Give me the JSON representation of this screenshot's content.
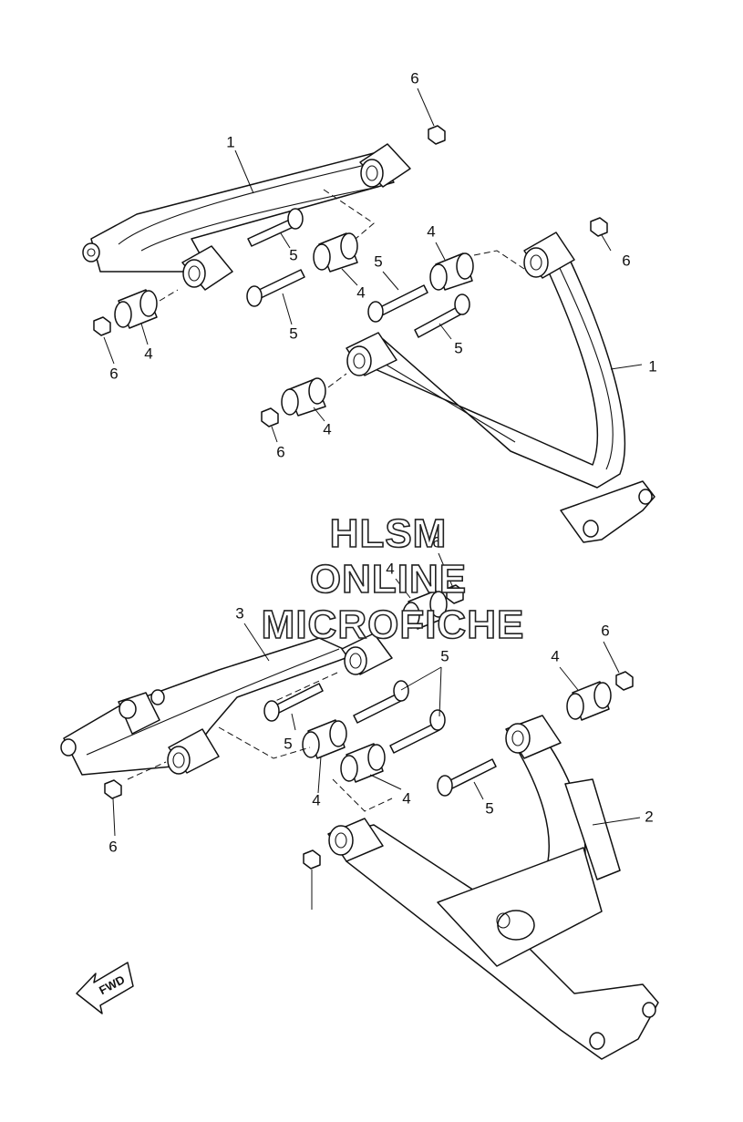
{
  "watermark": {
    "line1": "HLSM",
    "line2": "ONLINE",
    "line3": "MICROFICHE"
  },
  "fwd_label": "FWD",
  "callouts": [
    {
      "id": "c1a",
      "text": "1"
    },
    {
      "id": "c1b",
      "text": "1"
    },
    {
      "id": "c2",
      "text": "2"
    },
    {
      "id": "c3",
      "text": "3"
    },
    {
      "id": "c4a",
      "text": "4"
    },
    {
      "id": "c4b",
      "text": "4"
    },
    {
      "id": "c4c",
      "text": "4"
    },
    {
      "id": "c4d",
      "text": "4"
    },
    {
      "id": "c4e",
      "text": "4"
    },
    {
      "id": "c4f",
      "text": "4"
    },
    {
      "id": "c4g",
      "text": "4"
    },
    {
      "id": "c4h",
      "text": "4"
    },
    {
      "id": "c5a",
      "text": "5"
    },
    {
      "id": "c5b",
      "text": "5"
    },
    {
      "id": "c5c",
      "text": "5"
    },
    {
      "id": "c5d",
      "text": "5"
    },
    {
      "id": "c5e",
      "text": "5"
    },
    {
      "id": "c5f",
      "text": "5"
    },
    {
      "id": "c5g",
      "text": "5"
    },
    {
      "id": "c6a",
      "text": "6"
    },
    {
      "id": "c6b",
      "text": "6"
    },
    {
      "id": "c6c",
      "text": "6"
    },
    {
      "id": "c6d",
      "text": "6"
    },
    {
      "id": "c6e",
      "text": "6"
    },
    {
      "id": "c6f",
      "text": "6"
    },
    {
      "id": "c6g",
      "text": "6"
    }
  ]
}
